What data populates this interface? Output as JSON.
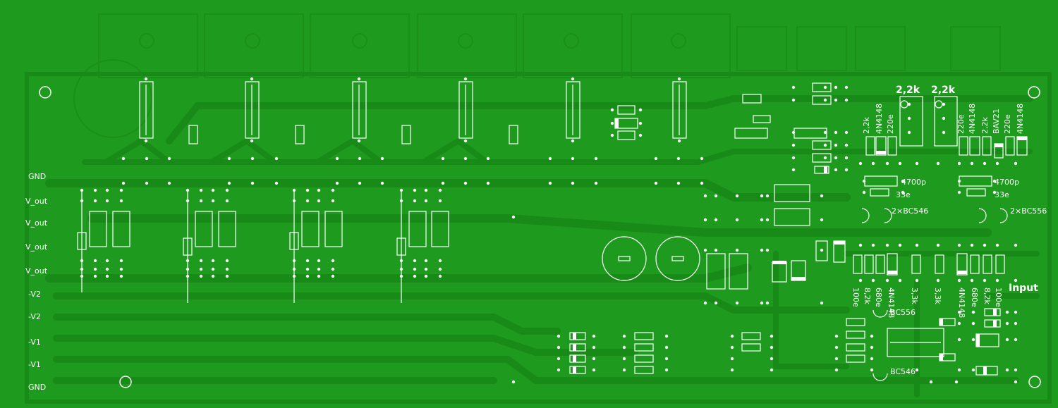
{
  "board": {
    "background": "#1e9a1e",
    "trace_color": "#178a17",
    "silk_color": "#ffffff"
  },
  "connector_labels": [
    "GND",
    "V_out",
    "V_out",
    "V_out",
    "V_out",
    "-V2",
    "-V2",
    "-V1",
    "-V1",
    "GND"
  ],
  "part_labels": {
    "pot_left": "2,2k",
    "pot_right": "2,2k",
    "cap_left": "4700p",
    "cap_right": "4700p",
    "res_left_33e": "33e",
    "res_right_33e": "33e",
    "tr_pair_left": "2×BC546",
    "tr_pair_right": "2×BC556",
    "input": "Input",
    "bc556": "BC556",
    "bc546": "BC546",
    "vert_left": [
      "2,2k",
      "4N4148",
      "220e"
    ],
    "vert_right": [
      "220e",
      "4N4148",
      "2,2k",
      "BAV21",
      "220e",
      "4N4148"
    ],
    "vert_bottom": [
      "100e",
      "8,2k",
      "680e",
      "4N4148",
      "3,3k",
      "3,3k",
      "4N4148",
      "680e",
      "8,2k",
      "100e"
    ]
  }
}
